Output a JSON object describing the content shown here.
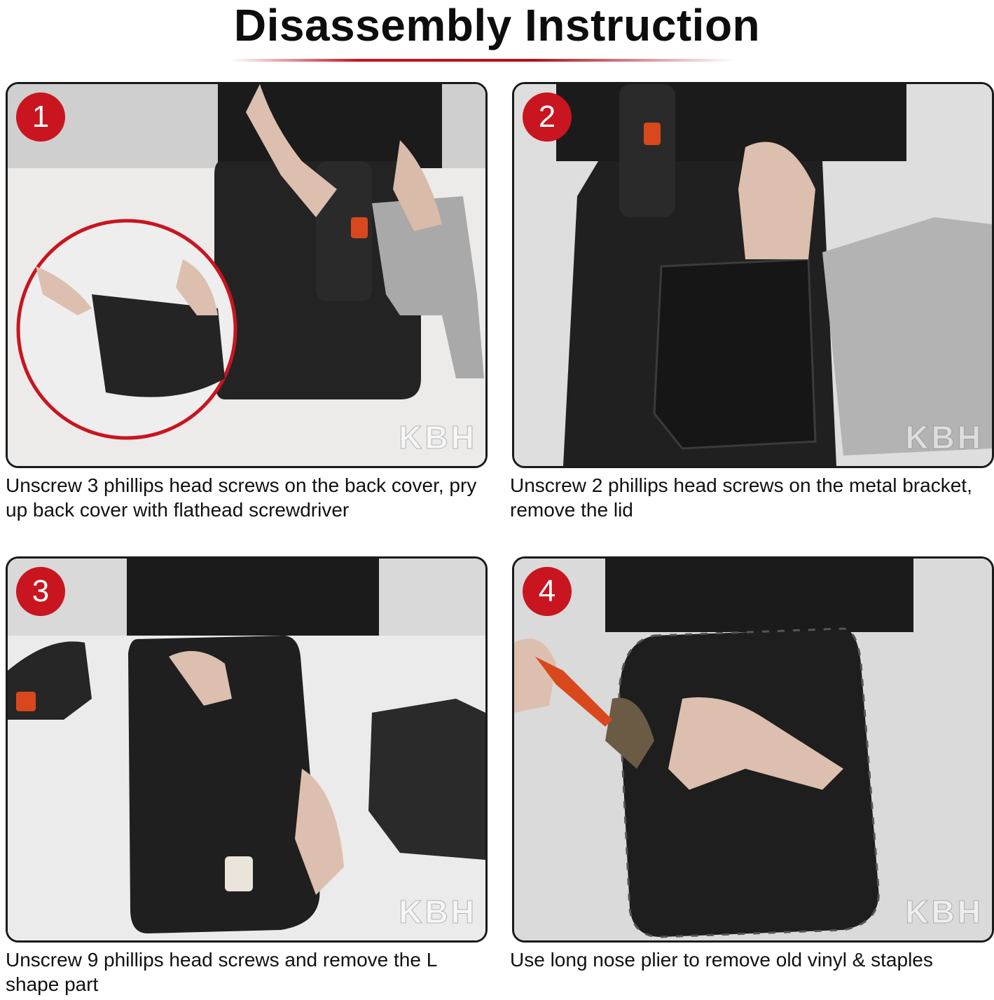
{
  "title": "Disassembly Instruction",
  "watermark": "KBH",
  "steps": [
    {
      "number": "1",
      "caption": "Unscrew 3 phillips head screws on the back cover, pry up back cover with flathead screwdriver"
    },
    {
      "number": "2",
      "caption": "Unscrew 2 phillips head screws on the metal bracket, remove the lid"
    },
    {
      "number": "3",
      "caption": "Unscrew 9 phillips head screws and remove the L shape part"
    },
    {
      "number": "4",
      "caption": "Use long nose plier to remove old vinyl & staples"
    }
  ],
  "colors": {
    "accent": "#c8151f",
    "text": "#111111"
  }
}
